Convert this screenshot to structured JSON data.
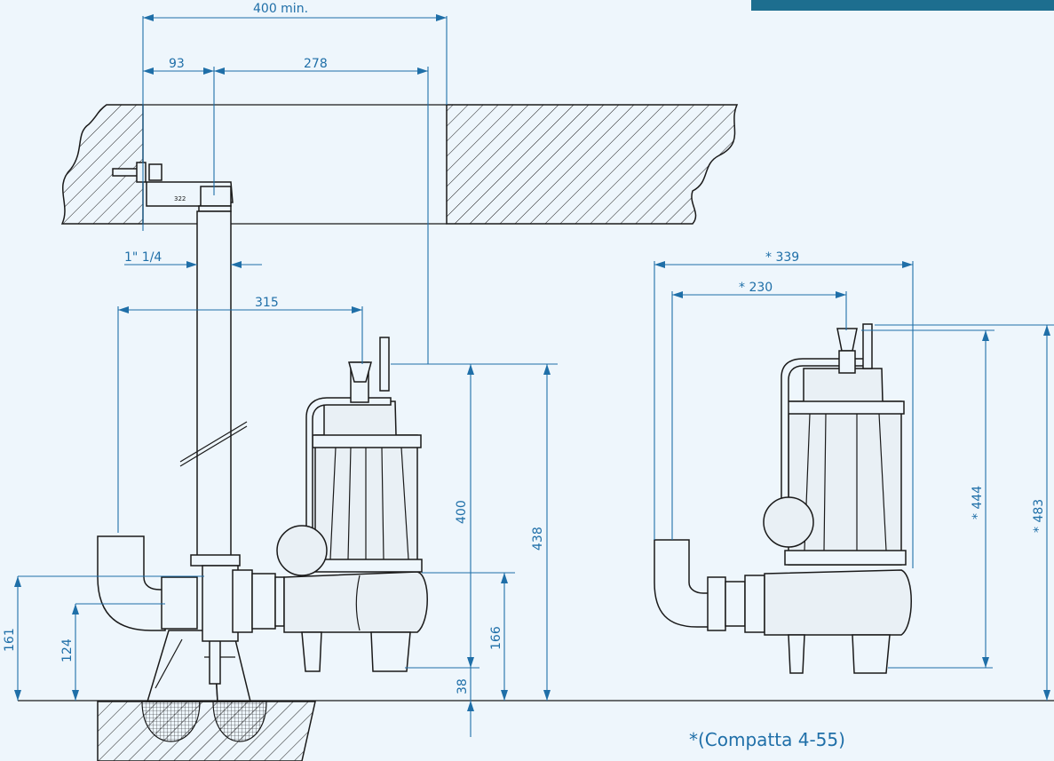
{
  "brand": {
    "color_dim": "#1f6fa8",
    "color_outline": "#1a1a1a",
    "background": "#eef6fc"
  },
  "dimensions": {
    "top_total": "400 min.",
    "top_left": "93",
    "top_right": "278",
    "pipe_size": "1\" 1/4",
    "elbow_offset": "315",
    "h400": "400",
    "h438": "438",
    "h166": "166",
    "h38": "38",
    "h161": "161",
    "h124": "124",
    "compact_width": "* 339",
    "compact_offset": "* 230",
    "compact_h444": "* 444",
    "compact_h483": "* 483"
  },
  "note": "*(Compatta 4-55)",
  "bracket_label": "322"
}
